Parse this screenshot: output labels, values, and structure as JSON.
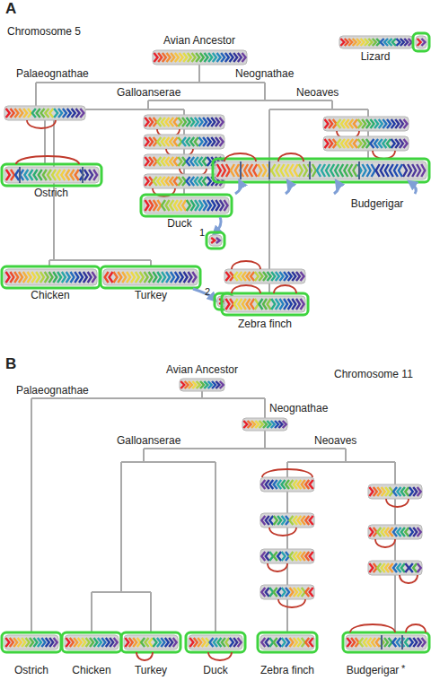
{
  "diagram": {
    "labels": [
      "A",
      "Chromosome 5",
      "Avian Ancestor",
      "Lizard",
      "Palaeognathae",
      "Neognathae",
      "Galloanserae",
      "Neoaves",
      "Ostrich",
      "Duck",
      "1",
      "Zebra finch",
      "Budgerigar",
      "Chicken",
      "Turkey",
      "2",
      "B",
      "Chromosome 11",
      "Avian Ancestor",
      "Palaeognathae",
      "Neognathae",
      "Galloanserae",
      "Neoaves",
      "Ostrich",
      "Chicken",
      "Turkey",
      "Duck",
      "Zebra finch",
      "Budgerigar",
      "*"
    ]
  }
}
